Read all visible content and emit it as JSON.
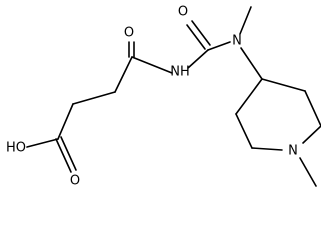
{
  "diagram_type": "chemical-structure",
  "atom_labels": {
    "carbonyl_oxygen_left": "O",
    "carbonyl_oxygen_right": "O",
    "imide_nitrogen": "NH",
    "amide_nitrogen": "N",
    "piperidine_nitrogen": "N",
    "hydroxyl": "HO",
    "acid_carbonyl_oxygen": "O"
  }
}
